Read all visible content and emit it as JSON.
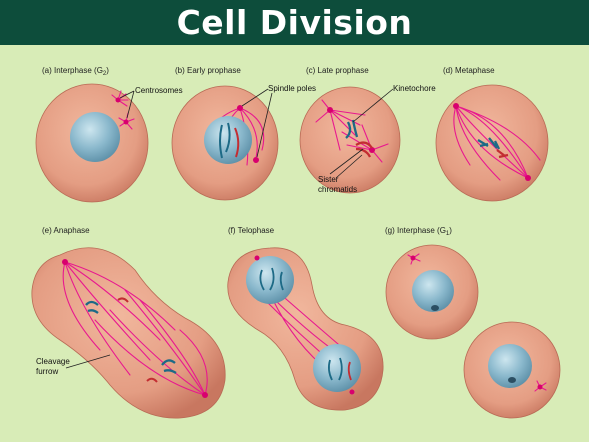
{
  "title": "Cell Division",
  "panels": [
    {
      "id": "a",
      "label": "(a) Interphase (G",
      "subscript": "2",
      "suffix": ")"
    },
    {
      "id": "b",
      "label": "(b) Early prophase"
    },
    {
      "id": "c",
      "label": "(c) Late prophase"
    },
    {
      "id": "d",
      "label": "(d) Metaphase"
    },
    {
      "id": "e",
      "label": "(e) Anaphase"
    },
    {
      "id": "f",
      "label": "(f) Telophase"
    },
    {
      "id": "g",
      "label": "(g) Interphase (G",
      "subscript": "1",
      "suffix": ")"
    }
  ],
  "callouts": {
    "centrosomes": "Centrosomes",
    "spindle_poles": "Spindle poles",
    "kinetochore": "Kinetochore",
    "sister_chromatids_line1": "Sister",
    "sister_chromatids_line2": "chromatids",
    "cleavage_furrow_line1": "Cleavage",
    "cleavage_furrow_line2": "furrow"
  },
  "colors": {
    "background": "#d8ecb7",
    "banner": "#0d4d3b",
    "cell_fill": "#e49d83",
    "nucleus": "#8ab8cc",
    "spindle_fiber": "#e8188f",
    "chromatid_teal": "#1d6a86",
    "chromatid_red": "#c32d32"
  }
}
